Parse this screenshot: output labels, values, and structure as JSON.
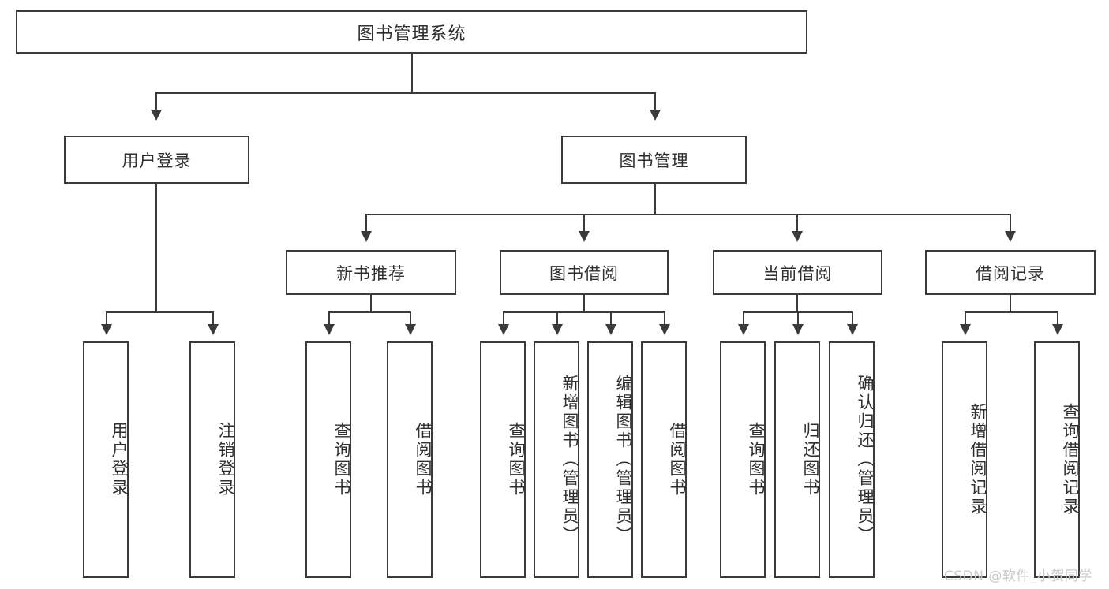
{
  "diagram": {
    "type": "tree-hierarchy",
    "title": "图书管理系统",
    "watermark": "CSDN @软件_小贺同学",
    "colors": {
      "box_border": "#3a3a3a",
      "box_fill": "#ffffff",
      "text": "#2f2f2f",
      "connector": "#3a3a3a",
      "watermark": "#c9c9c9",
      "background": "#ffffff"
    },
    "levels": {
      "root": {
        "label": "图书管理系统"
      },
      "level2": [
        {
          "label": "用户登录"
        },
        {
          "label": "图书管理"
        }
      ],
      "level3": [
        {
          "label": "新书推荐"
        },
        {
          "label": "图书借阅"
        },
        {
          "label": "当前借阅"
        },
        {
          "label": "借阅记录"
        }
      ],
      "leaves": {
        "user_login": [
          {
            "label": "用户登录"
          },
          {
            "label": "注销登录"
          }
        ],
        "new_book_recommend": [
          {
            "label": "查询图书"
          },
          {
            "label": "借阅图书"
          }
        ],
        "book_borrow": [
          {
            "label": "查询图书"
          },
          {
            "label": "新增图书（管理员）"
          },
          {
            "label": "编辑图书（管理员）"
          },
          {
            "label": "借阅图书"
          }
        ],
        "current_borrow": [
          {
            "label": "查询图书"
          },
          {
            "label": "归还图书"
          },
          {
            "label": "确认归还（管理员）"
          }
        ],
        "borrow_record": [
          {
            "label": "新增借阅记录"
          },
          {
            "label": "查询借阅记录"
          }
        ]
      }
    }
  }
}
